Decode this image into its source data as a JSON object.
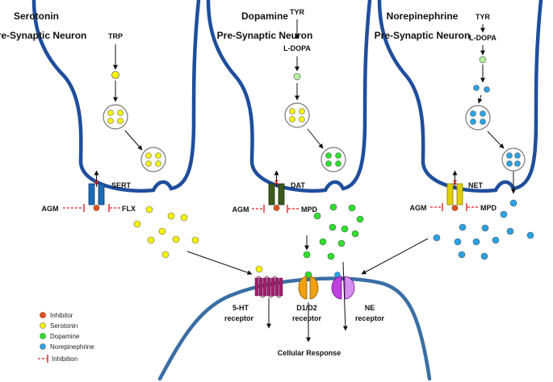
{
  "neurons": {
    "serotonin": {
      "title_line1": "Serotonin",
      "title_line2": "Pre-Synaptic Neuron",
      "precursor": "TRP",
      "transporter": "SERT",
      "inhibitor_left": "AGM",
      "inhibitor_right": "FLX"
    },
    "dopamine": {
      "title_line1": "Dopamine",
      "title_line2": "Pre-Synaptic Neuron",
      "precursor": "TYR",
      "intermediate": "L-DOPA",
      "transporter": "DAT",
      "inhibitor_left": "AGM",
      "inhibitor_right": "MPD"
    },
    "norepinephrine": {
      "title_line1": "Norepinephrine",
      "title_line2": "Pre-Synaptic Neuron",
      "precursor": "TYR",
      "intermediate": "L-DOPA",
      "transporter": "NET",
      "inhibitor_left": "AGM",
      "inhibitor_right": "MPD"
    }
  },
  "receptors": {
    "ht": {
      "line1": "5-HT",
      "line2": "receptor"
    },
    "d1d2": {
      "line1": "D1/D2",
      "line2": "receptor"
    },
    "ne": {
      "line1": "NE",
      "line2": "receptor"
    }
  },
  "cellular_response": "Cellular Response",
  "reuptake_block_mark": "x",
  "legend": [
    {
      "label": "Inhibitor",
      "color": "#e0521f"
    },
    {
      "label": "Serotonin",
      "color": "#f6f400"
    },
    {
      "label": "Dopamine",
      "color": "#2ee02e"
    },
    {
      "label": "Norepinephrine",
      "color": "#29a3e6"
    },
    {
      "label": "Inhibition",
      "color": "#e02020"
    }
  ],
  "colors": {
    "serotonin": "#f6f400",
    "dopamine": "#2ee02e",
    "norepinephrine": "#29a3e6",
    "inhibitor": "#e0521f",
    "membrane": "#1f4e9c",
    "post_membrane": "#3a6ea5",
    "sert": "#1d6bb5",
    "dat": "#3d5a1e",
    "net": "#e0d000",
    "receptor_5ht": "#a0206e",
    "receptor_d": "#f0a010",
    "receptor_ne": "#c040e0"
  }
}
